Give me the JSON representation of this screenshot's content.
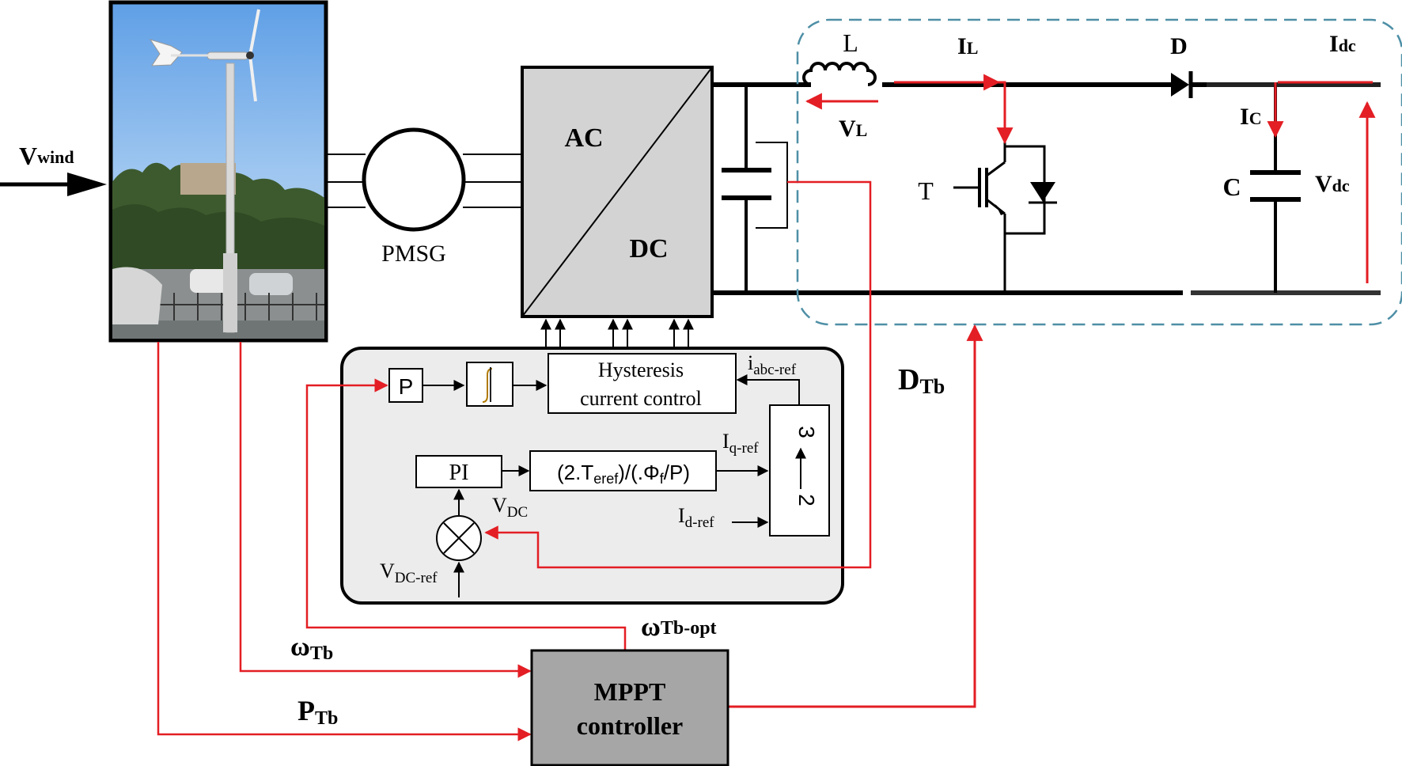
{
  "labels": {
    "v_main": "V",
    "v_wind_sub": "wind",
    "pmsg": "PMSG",
    "ac": "AC",
    "dc": "DC",
    "inductor_L": "L",
    "current_main": "I",
    "il_sub": "L",
    "vl_main": "V",
    "vl_sub": "L",
    "diode_D": "D",
    "idc_sub": "dc",
    "ic_sub": "C",
    "capacitor_C": "C",
    "vdc_sub": "dc",
    "switch_T": "T",
    "d_main": "D",
    "tb_sub": "Tb",
    "p_block": "P",
    "hysteresis_line1": "Hysteresis",
    "hysteresis_line2": "current control",
    "i_lower": "i",
    "iabc_ref_sub": "abc-ref",
    "iq_ref_sub": "q-ref",
    "id_ref_sub": "d-ref",
    "pi_block": "PI",
    "torque_open": "(2.T",
    "torque_sub": "eref",
    "torque_mid": ")/(.Φ",
    "torque_sub2": "f",
    "torque_close": "/P)",
    "vdc_ctrl_sub": "DC",
    "vdc_ref_sub": "DC-ref",
    "transform_3": "3",
    "transform_2": "2",
    "omega": "ω",
    "tb_opt_sub": "Tb-opt",
    "p_main": "P",
    "mppt_line1": "MPPT",
    "mppt_line2": "controller"
  },
  "colors": {
    "signal_red": "#e31e24",
    "wire_black": "#000000",
    "block_gray": "#d3d3d3",
    "control_panel_gray": "#ececec",
    "mppt_gray": "#a6a6a6",
    "dashed_teal": "#4e8fa6"
  }
}
